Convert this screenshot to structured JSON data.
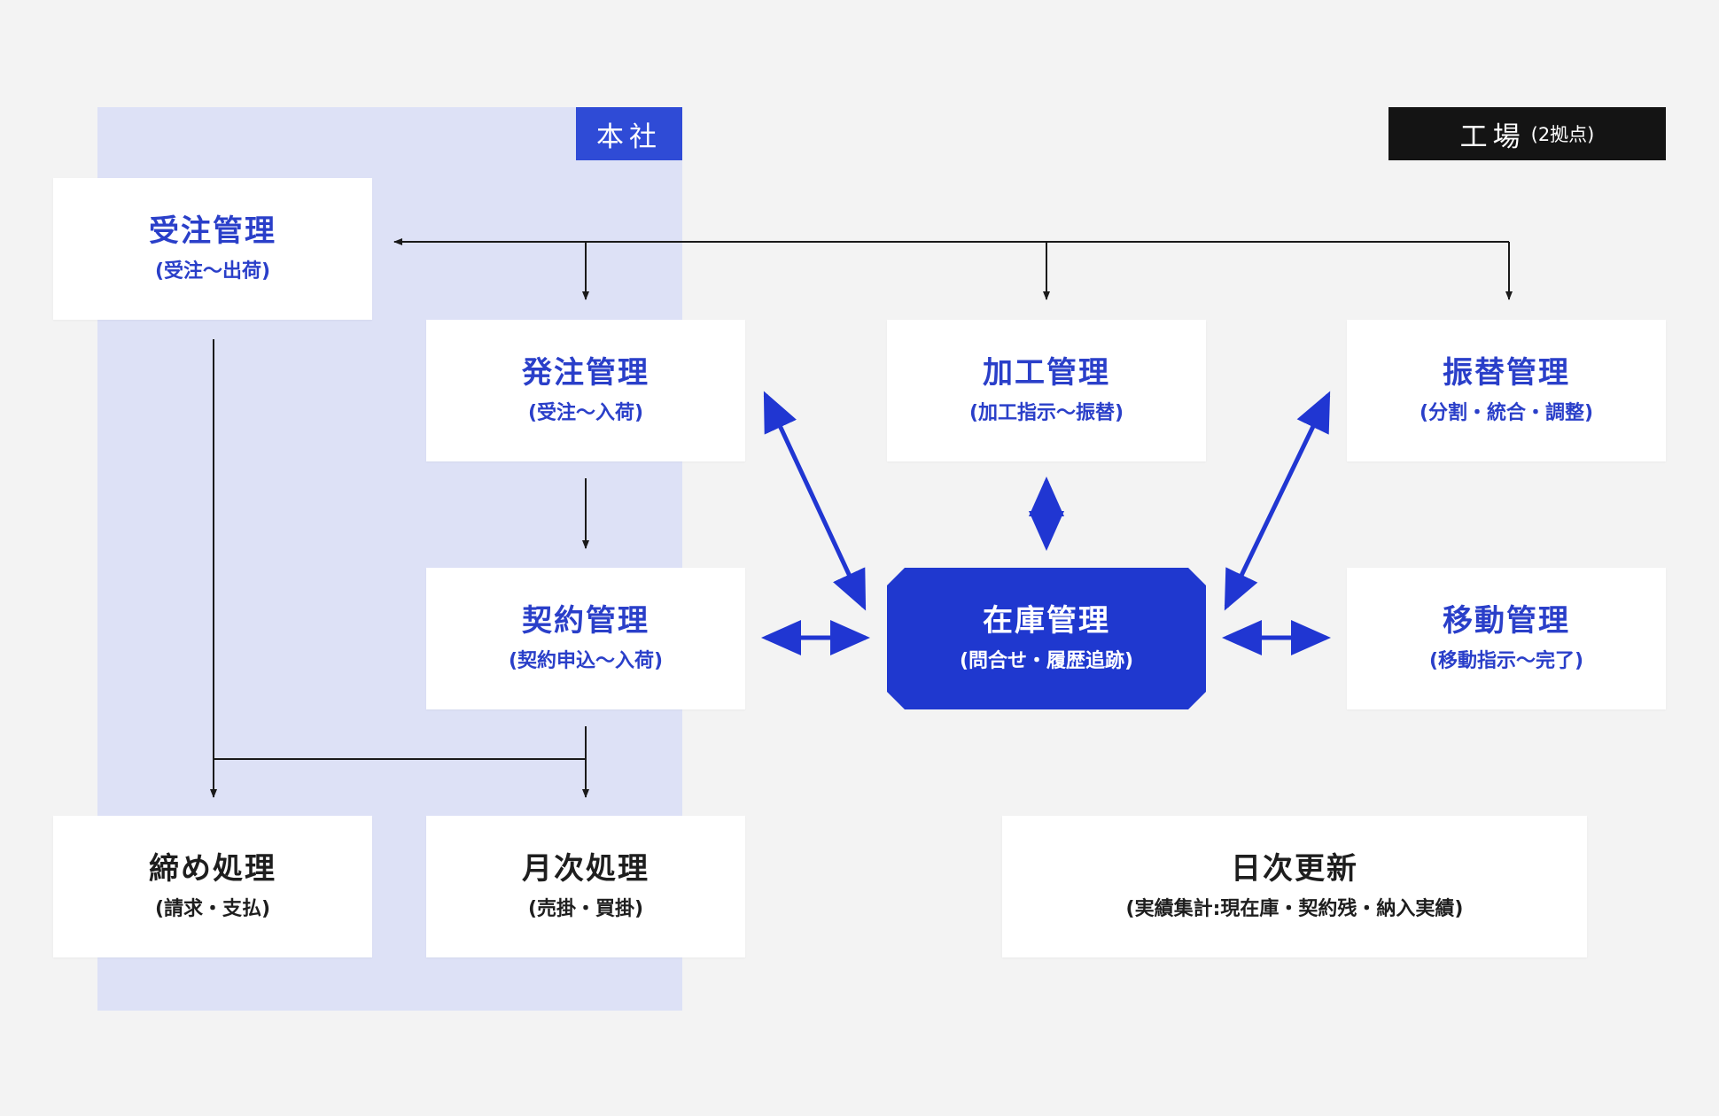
{
  "colors": {
    "background": "#f3f3f3",
    "hq_area": "#dde1f6",
    "hq_label_bg": "#2f4bd6",
    "factory_label_bg": "#141414",
    "box_bg": "#ffffff",
    "accent_text": "#2a3fc9",
    "core_bg": "#1f38cf",
    "thin_arrow": "#1a1a1a",
    "thick_arrow": "#2036d2"
  },
  "headquarters": {
    "label": "本社"
  },
  "factory": {
    "label": "工場",
    "sub": "(2拠点)"
  },
  "boxes": {
    "order_receiving": {
      "title": "受注管理",
      "subtitle": "(受注〜出荷)"
    },
    "purchase_order": {
      "title": "発注管理",
      "subtitle": "(受注〜入荷)"
    },
    "processing": {
      "title": "加工管理",
      "subtitle": "(加工指示〜振替)"
    },
    "transfer": {
      "title": "振替管理",
      "subtitle": "(分割・統合・調整)"
    },
    "contract": {
      "title": "契約管理",
      "subtitle": "(契約申込〜入荷)"
    },
    "inventory": {
      "title": "在庫管理",
      "subtitle": "(問合せ・履歴追跡)"
    },
    "movement": {
      "title": "移動管理",
      "subtitle": "(移動指示〜完了)"
    },
    "closing": {
      "title": "締め処理",
      "subtitle": "(請求・支払)"
    },
    "monthly": {
      "title": "月次処理",
      "subtitle": "(売掛・買掛)"
    },
    "daily": {
      "title": "日次更新",
      "subtitle": "(実績集計:現在庫・契約残・納入実績)"
    }
  }
}
